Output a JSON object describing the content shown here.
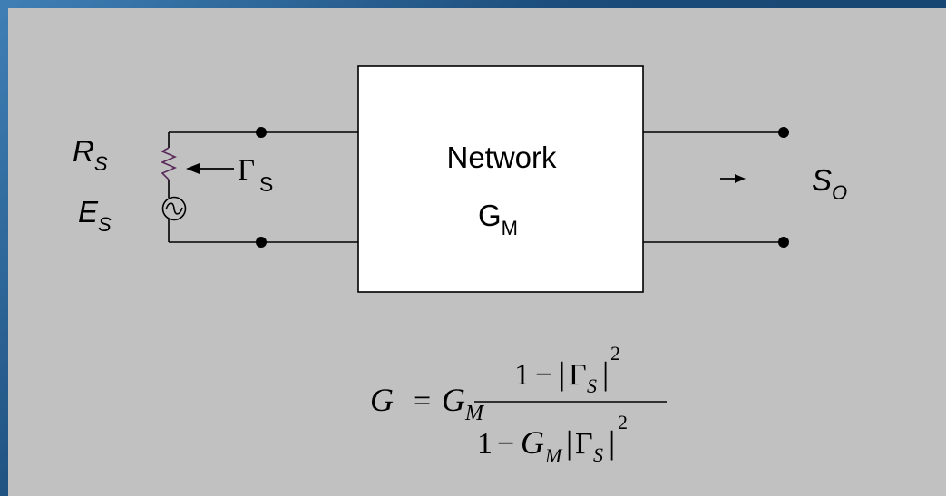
{
  "circuit": {
    "source_resistor": {
      "symbol": "R",
      "subscript": "S"
    },
    "source_voltage": {
      "symbol": "E",
      "subscript": "S"
    },
    "reflection_label": {
      "symbol": "Γ",
      "subscript": "S"
    },
    "network_block": {
      "line1": "Network",
      "symbol": "G",
      "subscript": "M"
    },
    "output_label": {
      "symbol": "S",
      "subscript": "O"
    }
  },
  "formula": {
    "lhs": "G",
    "equals": "=",
    "coefficient": {
      "symbol": "G",
      "subscript": "M"
    },
    "numerator": {
      "one": "1",
      "minus": "−",
      "bar": "|",
      "gamma": "Γ",
      "gamma_sub": "S",
      "exponent": "2"
    },
    "denominator": {
      "one": "1",
      "minus": "−",
      "g": "G",
      "g_sub": "M",
      "bar": "|",
      "gamma": "Γ",
      "gamma_sub": "S",
      "exponent": "2"
    }
  },
  "colors": {
    "panel": "#c1c1c1",
    "frame": "#1d4f7e",
    "resistor": "#5a2a5a",
    "wire": "#000000"
  }
}
